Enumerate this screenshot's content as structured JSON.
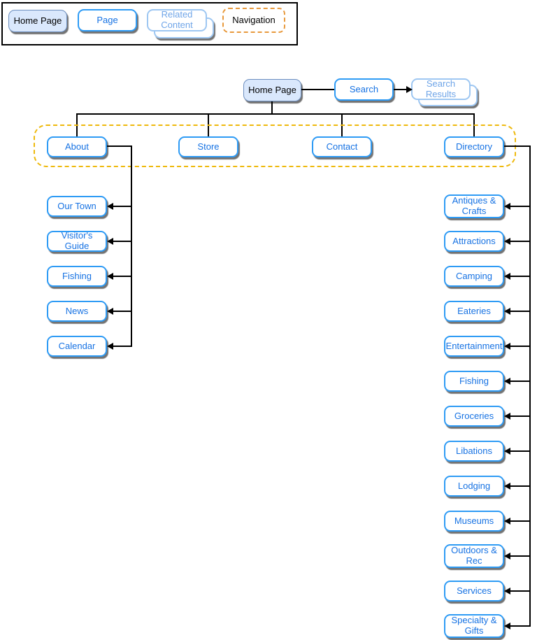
{
  "colors": {
    "pageBorder": "#2E9BF5",
    "pageText": "#1672E3",
    "homeFill": "#DAE8FC",
    "homeBorder": "#6C8EBF",
    "relBorder": "#9EC7F2",
    "relText": "#6FA5E8",
    "navLegendDash": "#E8993C",
    "navBoxDash": "#EEB90C"
  },
  "legend": {
    "home_page": "Home Page",
    "page": "Page",
    "related_content": "Related Content",
    "navigation": "Navigation"
  },
  "sitemap": {
    "home": "Home Page",
    "search": "Search",
    "search_results": "Search Results",
    "nav": [
      "About",
      "Store",
      "Contact",
      "Directory"
    ],
    "about_children": [
      "Our Town",
      "Visitor's Guide",
      "Fishing",
      "News",
      "Calendar"
    ],
    "directory_children": [
      "Antiques & Crafts",
      "Attractions",
      "Camping",
      "Eateries",
      "Entertainment",
      "Fishing",
      "Groceries",
      "Libations",
      "Lodging",
      "Museums",
      "Outdoors & Rec",
      "Services",
      "Specialty & Gifts"
    ]
  }
}
